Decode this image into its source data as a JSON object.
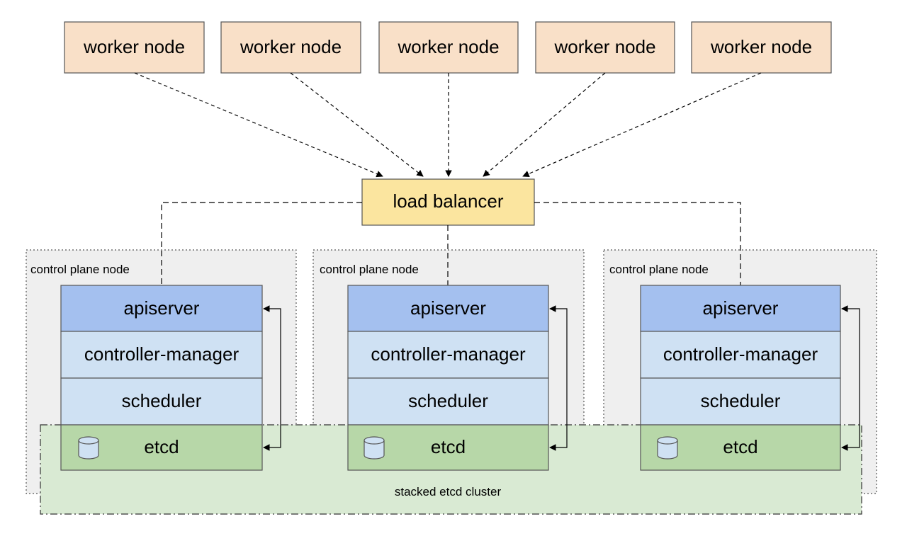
{
  "worker_nodes": [
    "worker node",
    "worker node",
    "worker node",
    "worker node",
    "worker node"
  ],
  "load_balancer": "load balancer",
  "control_plane_nodes": [
    {
      "title": "control plane node",
      "components": [
        "apiserver",
        "controller-manager",
        "scheduler",
        "etcd"
      ]
    },
    {
      "title": "control plane node",
      "components": [
        "apiserver",
        "controller-manager",
        "scheduler",
        "etcd"
      ]
    },
    {
      "title": "control plane node",
      "components": [
        "apiserver",
        "controller-manager",
        "scheduler",
        "etcd"
      ]
    }
  ],
  "etcd_cluster_label": "stacked etcd cluster",
  "colors": {
    "worker_node_fill": "#f9e0c8",
    "load_balancer_fill": "#fbe59f",
    "control_plane_fill": "#efefef",
    "apiserver_fill": "#a4c0ef",
    "component_fill": "#cfe1f3",
    "etcd_fill": "#b7d7a8",
    "etcd_cluster_fill": "#d9ead3",
    "db_icon_fill": "#cfe1f3"
  }
}
